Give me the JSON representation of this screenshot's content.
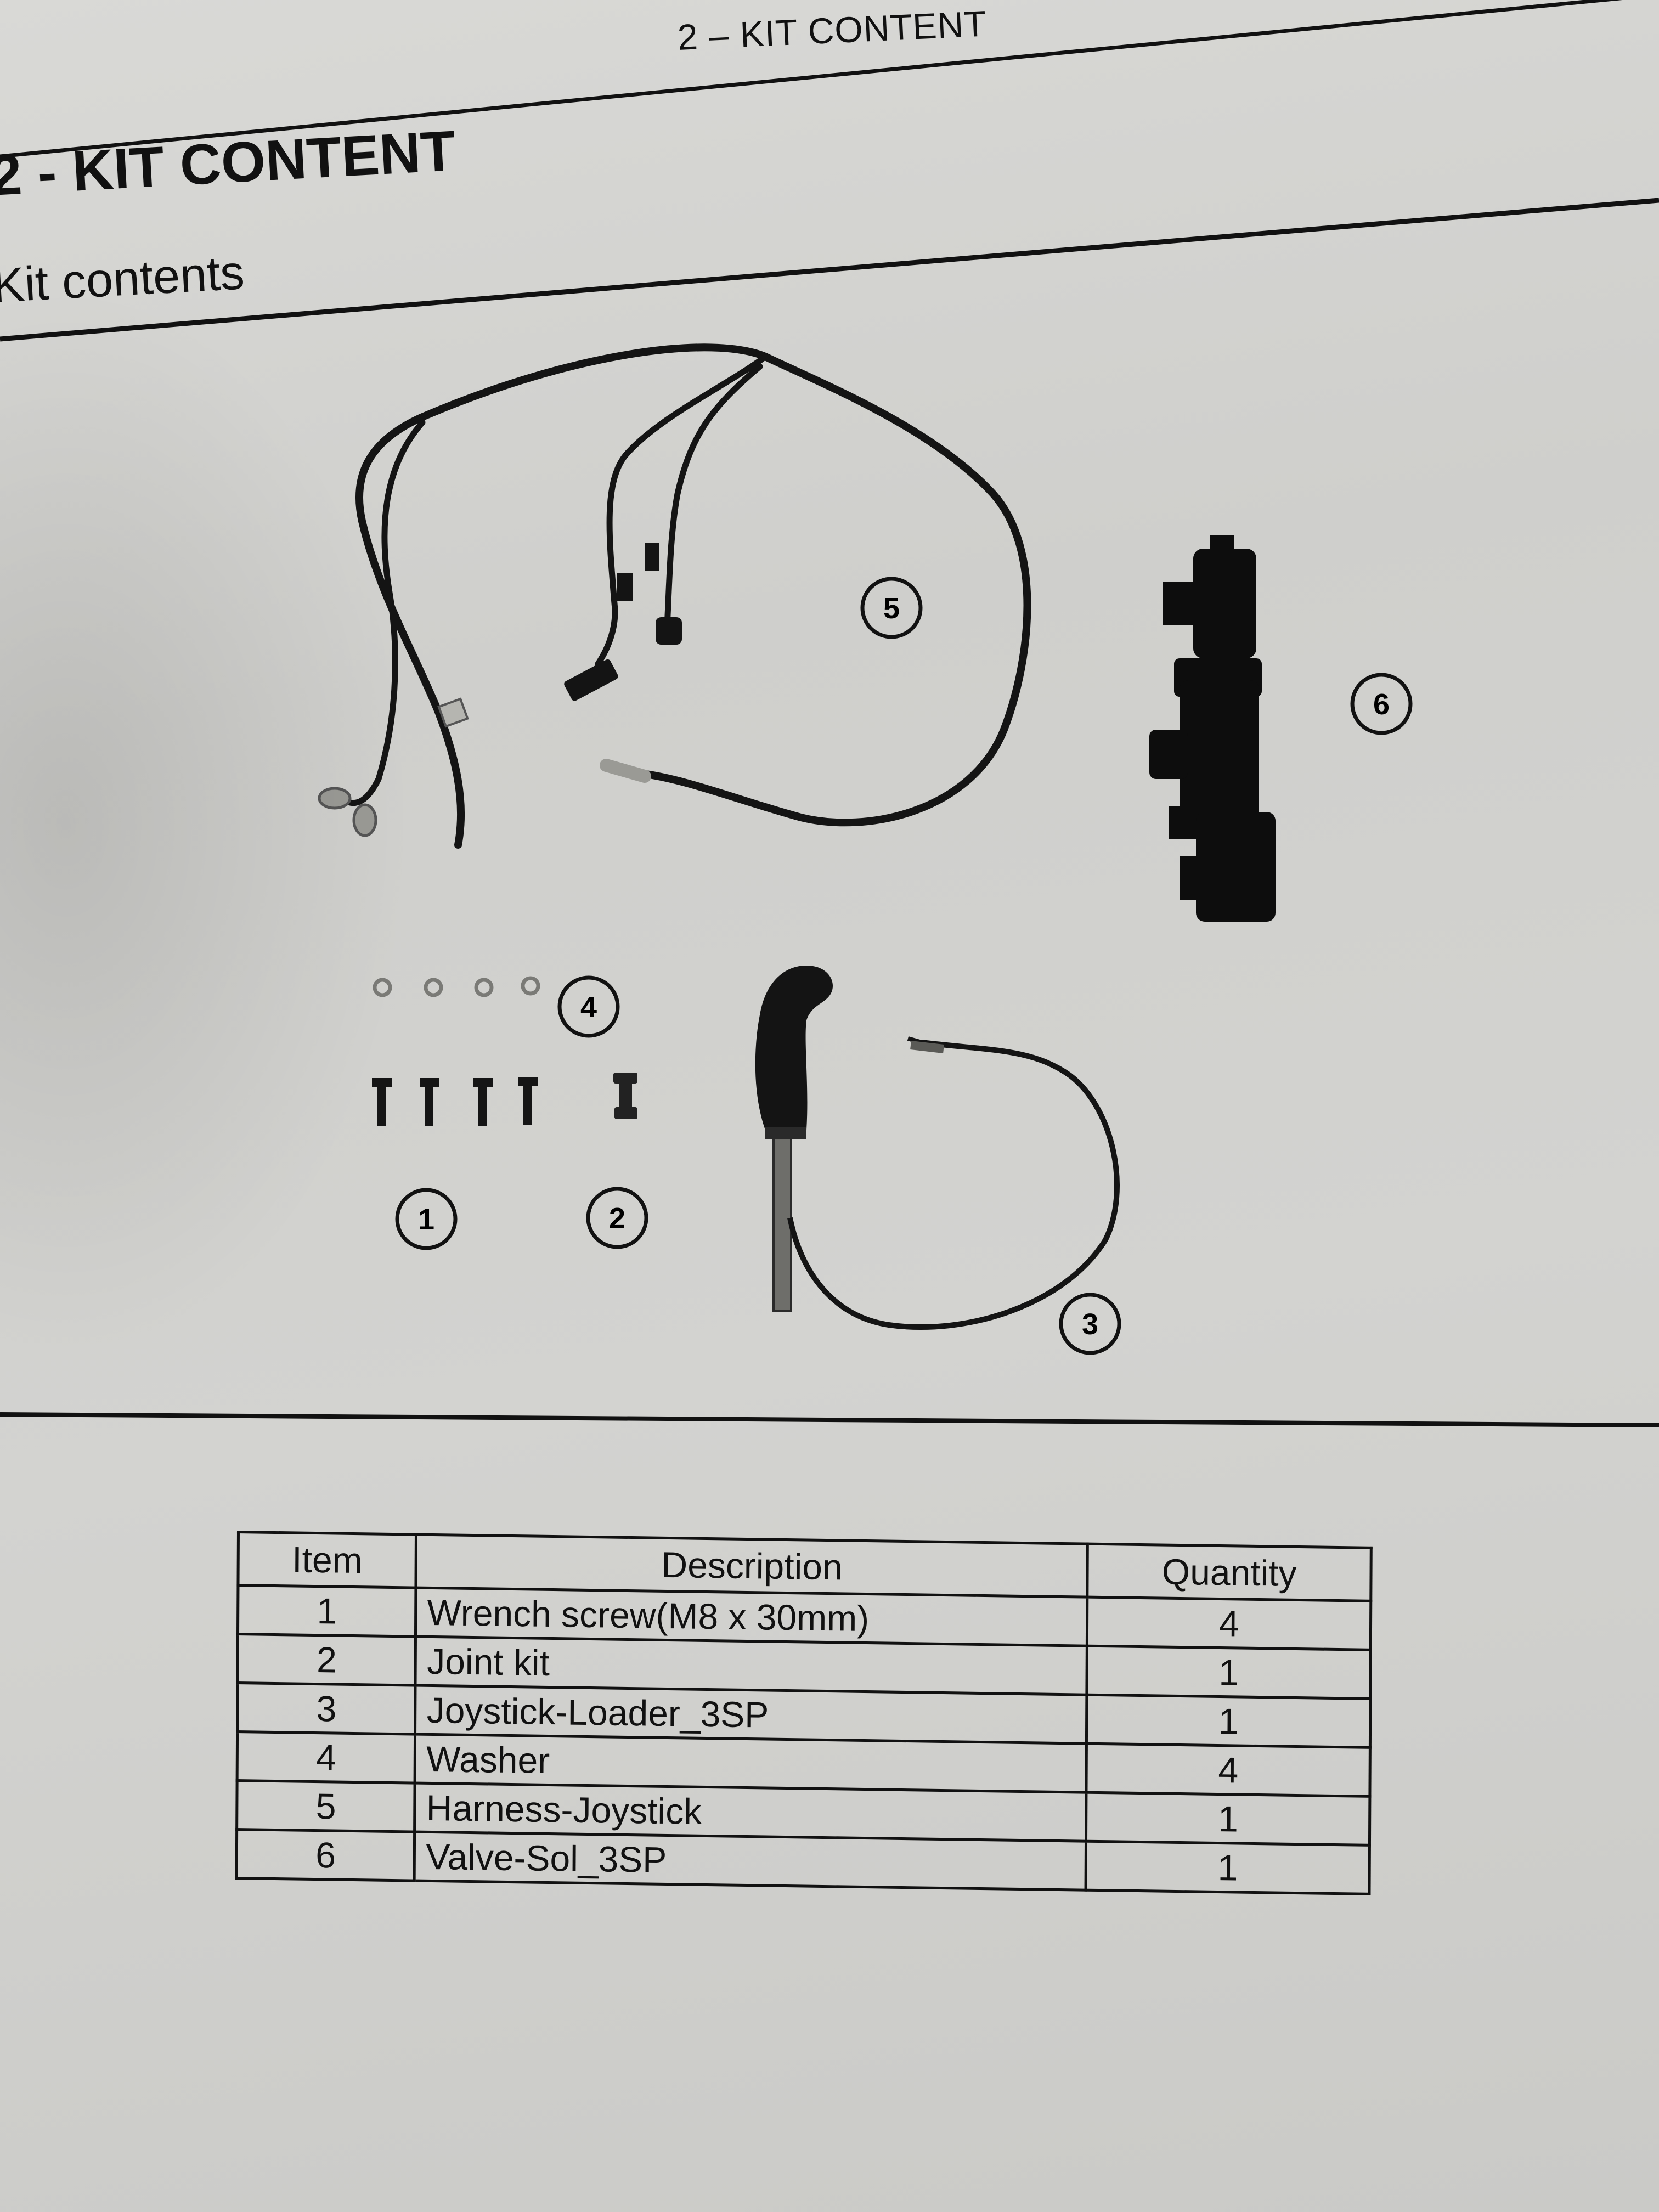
{
  "header": {
    "running_title": "2 – KIT  CONTENT"
  },
  "section": {
    "title": "2 - KIT CONTENT",
    "subtitle": "Kit contents"
  },
  "callouts": [
    "5",
    "6",
    "4",
    "1",
    "2",
    "3"
  ],
  "table": {
    "headers": {
      "item": "Item",
      "description": "Description",
      "quantity": "Quantity"
    },
    "rows": [
      {
        "item": "1",
        "description": "Wrench screw(M8 x 30mm)",
        "quantity": "4"
      },
      {
        "item": "2",
        "description": "Joint kit",
        "quantity": "1"
      },
      {
        "item": "3",
        "description": "Joystick-Loader_3SP",
        "quantity": "1"
      },
      {
        "item": "4",
        "description": "Washer",
        "quantity": "4"
      },
      {
        "item": "5",
        "description": "Harness-Joystick",
        "quantity": "1"
      },
      {
        "item": "6",
        "description": "Valve-Sol_3SP",
        "quantity": "1"
      }
    ]
  }
}
